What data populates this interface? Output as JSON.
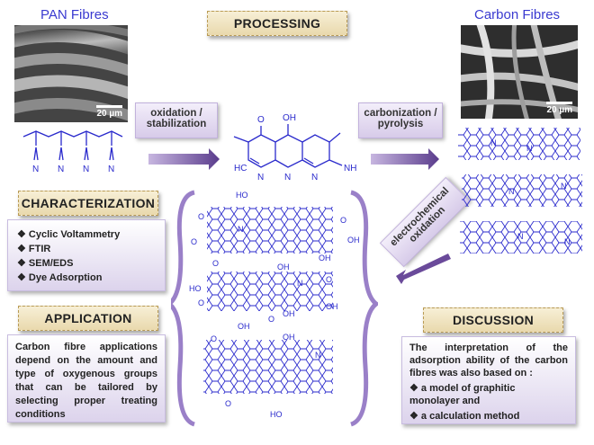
{
  "pan_title": "PAN Fibres",
  "carbon_title": "Carbon Fibres",
  "processing": "PROCESSING",
  "scale_left": "20 µm",
  "scale_right": "20 µm",
  "step1": [
    "oxidation /",
    "stabilization"
  ],
  "step2": [
    "carbonization /",
    "pyrolysis"
  ],
  "step3": [
    "electrochemical",
    "oxidation"
  ],
  "characterization": {
    "title": "CHARACTERIZATION",
    "items": [
      "Cyclic Voltammetry",
      "FTIR",
      "SEM/EDS",
      "Dye Adsorption"
    ]
  },
  "application": {
    "title": "APPLICATION",
    "text": "Carbon fibre applications depend on the amount and type of oxygenous groups that can be tailored by selecting proper treating conditions"
  },
  "discussion": {
    "title": "DISCUSSION",
    "text": "The interpretation of the adsorption ability of the carbon fibres was also based on :",
    "items": [
      "a model of graphitic monolayer and",
      "a calculation method"
    ]
  },
  "chem": {
    "n": "N",
    "o": "O",
    "oh": "OH",
    "ho": "HO",
    "hc": "HC",
    "nh": "NH"
  },
  "colors": {
    "accent": "#3a3ad0",
    "banner": "#f3e6c3",
    "box": "#dcd0ec",
    "arrow": "#6a4a9a"
  }
}
